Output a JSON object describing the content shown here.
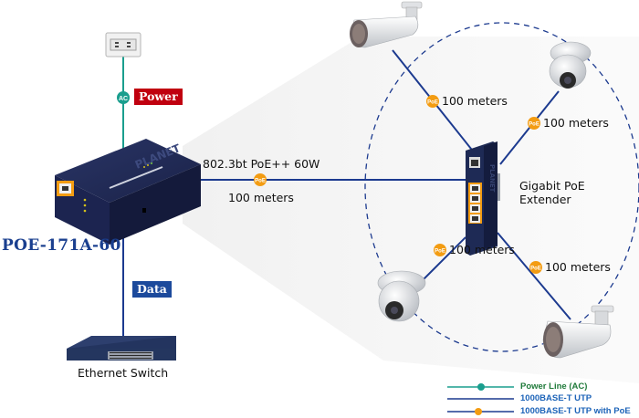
{
  "injector": {
    "model": "POE-171A-60",
    "brand": "PLANET"
  },
  "tags": {
    "power": "Power",
    "data": "Data"
  },
  "switch": {
    "label": "Ethernet Switch"
  },
  "main_link": {
    "standard": "802.3bt PoE++ 60W",
    "distance": "100 meters"
  },
  "extender": {
    "label_line1": "Gigabit PoE",
    "label_line2": "Extender",
    "brand": "PLANET"
  },
  "camera_links": [
    {
      "camera": "bullet-camera-top",
      "distance": "100 meters"
    },
    {
      "camera": "dome-camera-top-right",
      "distance": "100 meters"
    },
    {
      "camera": "dome-camera-bottom-left",
      "distance": "100 meters"
    },
    {
      "camera": "bullet-camera-bottom-right",
      "distance": "100 meters"
    }
  ],
  "badges": {
    "ac": "AC",
    "poe": "PoE"
  },
  "legend": [
    {
      "label": "Power Line (AC)",
      "type": "ac",
      "color": "#1a9e8e",
      "text_color": "#1f7a3a"
    },
    {
      "label": "1000BASE-T UTP",
      "type": "utp",
      "color": "#1c3a8f",
      "text_color": "#1c63b8"
    },
    {
      "label": "1000BASE-T UTP with PoE",
      "type": "poe",
      "color": "#1c3a8f",
      "text_color": "#1c63b8"
    }
  ],
  "colors": {
    "ac_line": "#1a9e8e",
    "utp_line": "#1c3a8f",
    "poe_badge": "#f39c12",
    "power_tag": "#c0000f",
    "data_tag": "#1c4a9c",
    "device_body": "#1e2a55"
  }
}
